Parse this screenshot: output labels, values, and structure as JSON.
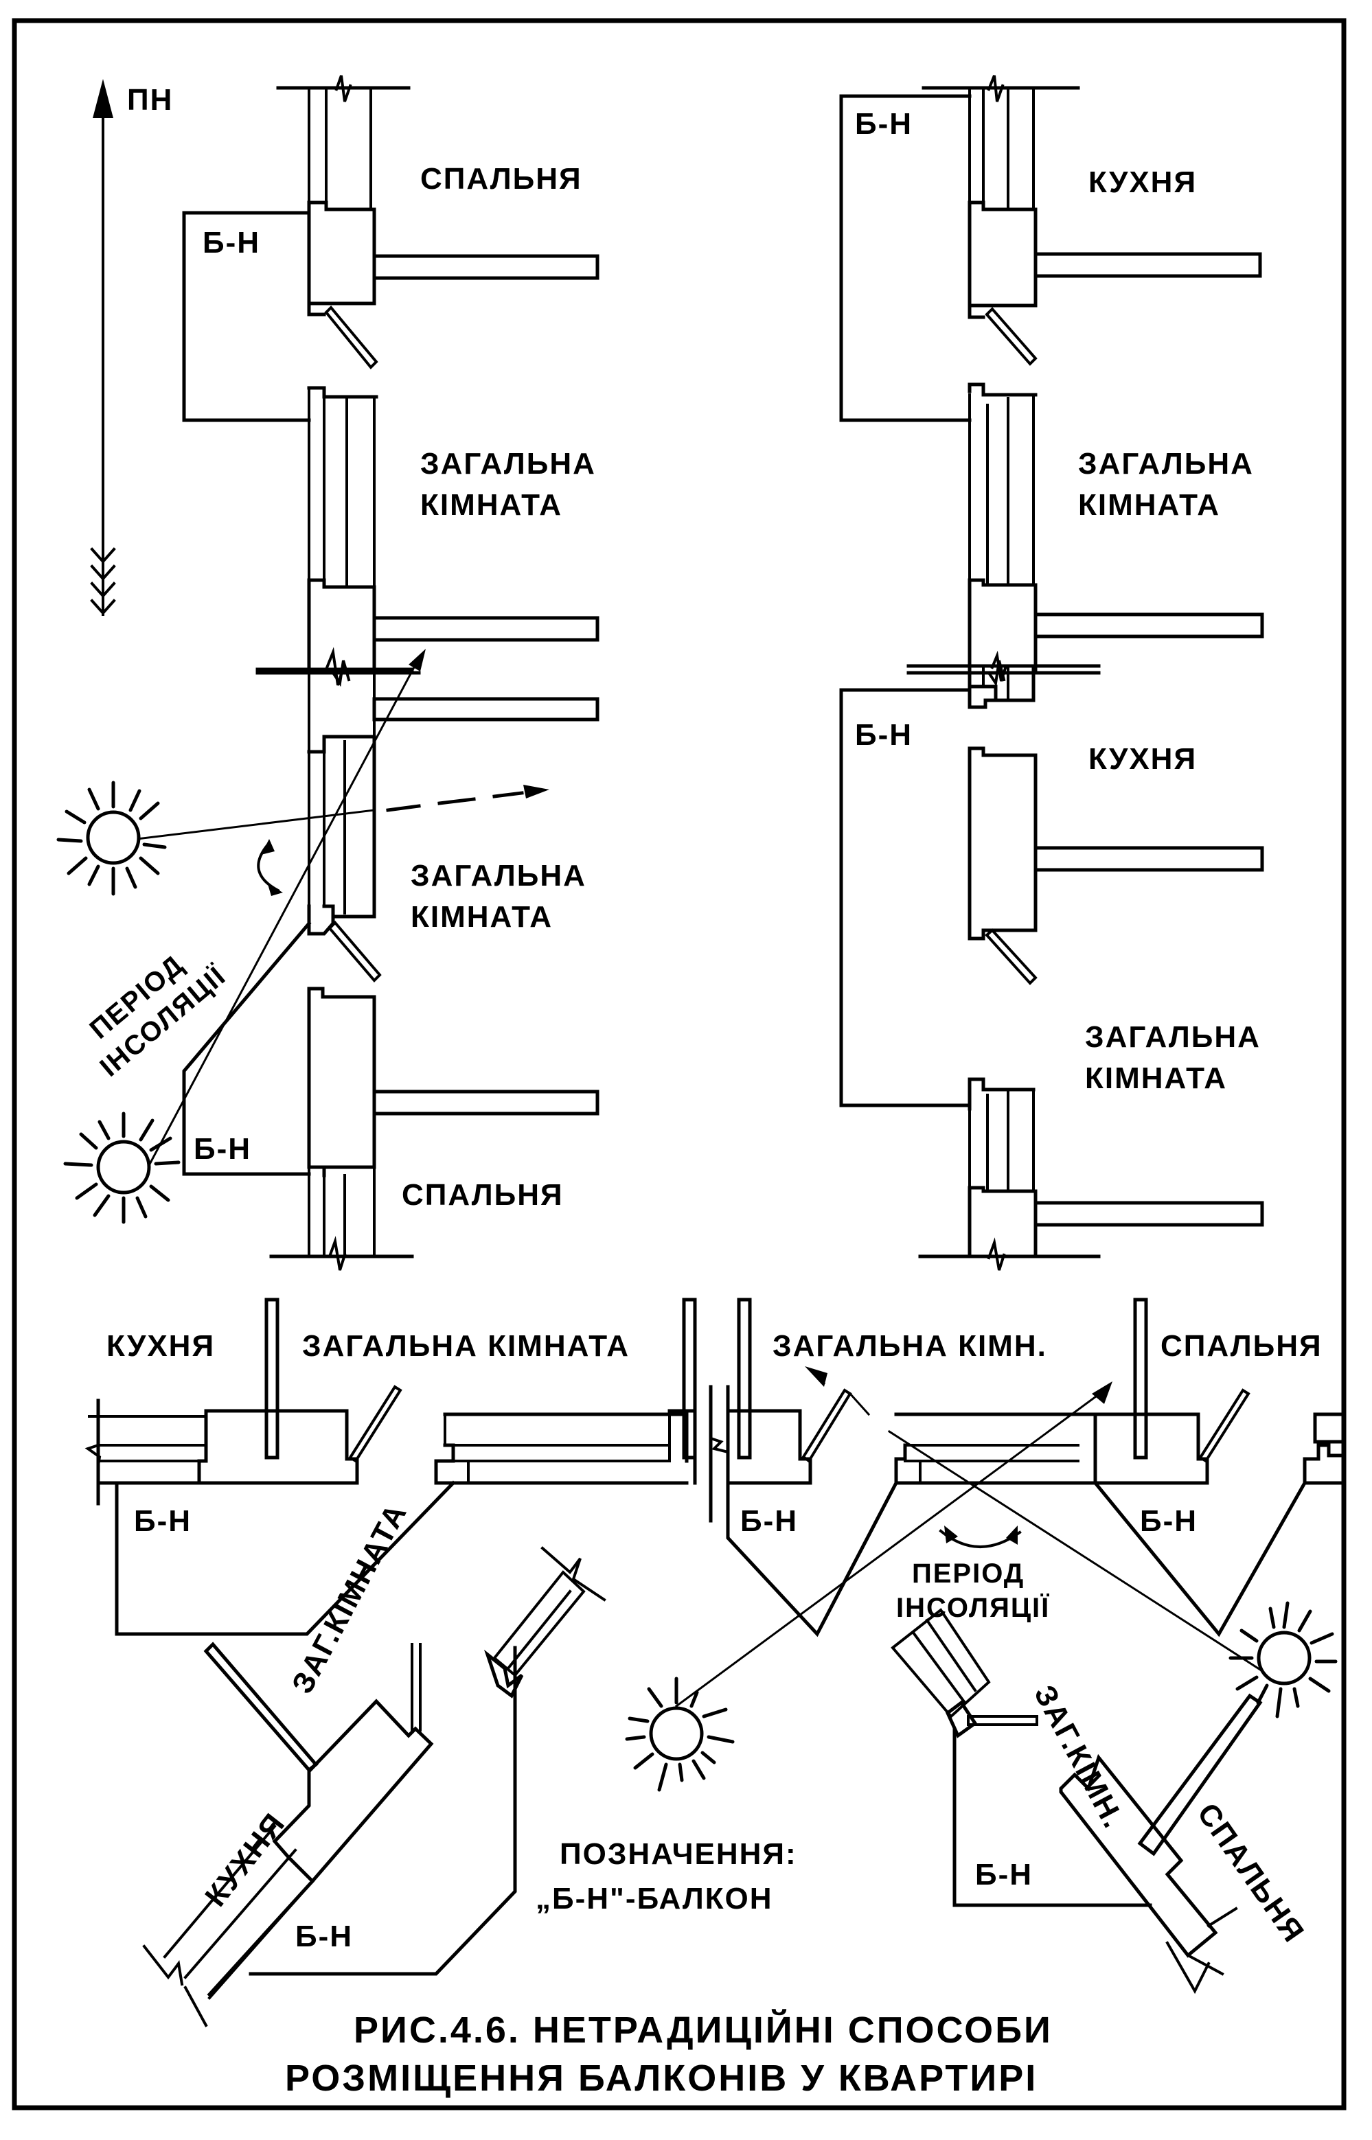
{
  "figure": {
    "caption_line1": "РИС.4.6. НЕТРАДИЦІЙНІ СПОСОБИ",
    "caption_line2": "РОЗМІЩЕННЯ БАЛКОНІВ У КВАРТИРІ",
    "north_label": "ПН",
    "legend_title": "ПОЗНАЧЕННЯ:",
    "legend_text": "„Б-Н\"-БАЛКОН"
  },
  "panels": {
    "top_left": {
      "room_top": "СПАЛЬНЯ",
      "room_bottom_line1": "ЗАГАЛЬНА",
      "room_bottom_line2": "КІМНАТА",
      "balcony": "Б-Н"
    },
    "top_right": {
      "room_top": "КУХНЯ",
      "room_bottom_line1": "ЗАГАЛЬНА",
      "room_bottom_line2": "КІМНАТА",
      "balcony": "Б-Н"
    },
    "middle_left": {
      "room_top_line1": "ЗАГАЛЬНА",
      "room_top_line2": "КІМНАТА",
      "room_bottom": "СПАЛЬНЯ",
      "balcony": "Б-Н",
      "insolation_line1": "ПЕРІОД",
      "insolation_line2": "ІНСОЛЯЦІЇ"
    },
    "middle_right": {
      "room_top": "КУХНЯ",
      "room_bottom_line1": "ЗАГАЛЬНА",
      "room_bottom_line2": "КІМНАТА",
      "balcony": "Б-Н"
    },
    "bottom_strip": {
      "room_1": "КУХНЯ",
      "room_2": "ЗАГАЛЬНА КІМНАТА",
      "room_3": "ЗАГАЛЬНА КІМН.",
      "room_4": "СПАЛЬНЯ",
      "balcony_1": "Б-Н",
      "balcony_2": "Б-Н",
      "balcony_3": "Б-Н",
      "insolation_line1": "ПЕРІОД",
      "insolation_line2": "ІНСОЛЯЦІЇ"
    },
    "bottom_left_angled": {
      "room_1": "КУХНЯ",
      "room_2": "ЗАГ.КІМНАТА",
      "balcony": "Б-Н"
    },
    "bottom_right_angled": {
      "room_1": "ЗАГ.КІМН.",
      "room_2": "СПАЛЬНЯ",
      "balcony": "Б-Н"
    }
  }
}
